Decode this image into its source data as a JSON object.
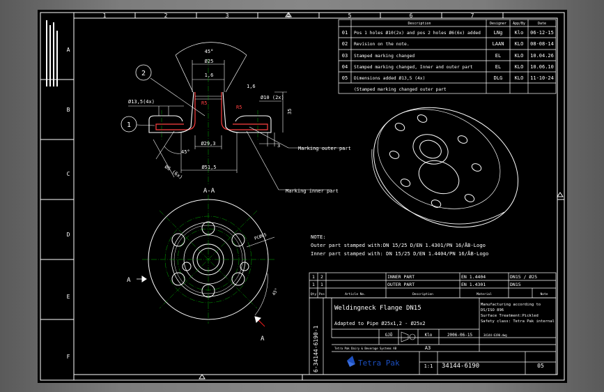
{
  "grid": {
    "columns": [
      "1",
      "2",
      "3",
      "4",
      "5",
      "6",
      "7"
    ],
    "rows": [
      "A",
      "B",
      "C",
      "D",
      "E",
      "F"
    ]
  },
  "revisions": {
    "headers": [
      "Description",
      "Designer",
      "App/By",
      "Date"
    ],
    "rows": [
      {
        "no": "01",
        "desc": "Pos 1 holes Ø10(2x) and pos 2 holes Ø6(6x) added",
        "designer": "LNg",
        "app": "Klo",
        "date": "06-12-15"
      },
      {
        "no": "02",
        "desc": "Revision on the note.",
        "designer": "LAAN",
        "app": "KLO",
        "date": "08-08-14"
      },
      {
        "no": "03",
        "desc": "Stamped marking changed",
        "designer": "EL",
        "app": "KLO",
        "date": "10.04.26"
      },
      {
        "no": "04",
        "desc": "Stamped marking changed, Inner and outer part",
        "designer": "EL",
        "app": "KLO",
        "date": "10.06.10"
      },
      {
        "no": "05",
        "desc": "Dimensions added Ø13,5 (4x)",
        "designer": "DLG",
        "app": "KLO",
        "date": "11-10-24"
      },
      {
        "no": "",
        "desc": "(Stamped marking changed outer part",
        "designer": "",
        "app": "",
        "date": ""
      }
    ]
  },
  "section": {
    "title": "A-A",
    "dims": {
      "angle_top": "45°",
      "d25": "Ø25",
      "d16_top": "1,6",
      "r5": "R5",
      "r5b": "R5",
      "d10": "Ø10 (2x)",
      "d135": "Ø13,5(4x)",
      "d35": "35",
      "d16_side": "1,6",
      "d29": "Ø29,3",
      "d515": "Ø51,5",
      "d3": "3",
      "angle_45b": "45°",
      "d6": "Ø6 (6x)"
    },
    "callouts": {
      "c1": "1",
      "c2": "2"
    },
    "labels": {
      "outer": "Marking outer part",
      "inner": "Marking inner part"
    }
  },
  "plan": {
    "pcd": "PCØ65",
    "angle": "45°",
    "a1": "A",
    "a2": "A"
  },
  "note": {
    "title": "NOTE:",
    "line1": "Outer part stamped with:DN 15/25 D/EN 1.4301/PN 16/ÅB-Logo",
    "line2": "Inner part stamped with: DN 15/25 D/EN 1.4404/PN 16/ÅB-Logo"
  },
  "parts": {
    "rows": [
      {
        "pos": "2",
        "qty": "1",
        "name": "INNER PART",
        "material": "EN 1.4404",
        "dim": "DN15 / Ø25"
      },
      {
        "pos": "1",
        "qty": "1",
        "name": "OUTER PART",
        "material": "EN 1.4301",
        "dim": "DN15"
      }
    ],
    "headers": [
      "Qty",
      "Pos",
      "Article No.",
      "Description",
      "Material",
      "Note"
    ]
  },
  "title_block": {
    "title": "Weldingneck Flange DN15",
    "adapted": "Adapted to Pipe Ø25x1,2 - Ø25x2",
    "manuf1": "Manufacturing according to",
    "manuf2": "DS/ISO 896",
    "manuf3": "Surface Treatment:Pickled",
    "manuf4": "Safety class: Tetra Pak internal",
    "gjo": "GJÖ",
    "klo": "Klo",
    "date": "2006-06-15",
    "size": "A3",
    "scale": "1:1",
    "doc_no": "34144-6190",
    "rev": "05",
    "side_no": "6-34144-6190-1",
    "company": "Tetra Pak",
    "small1": "Tetra Pak Dairy & Beverage Systems AB",
    "small2": "34144-6190.dwg"
  },
  "colors": {
    "line": "#ffffff",
    "centerline": "#00b000",
    "dimension": "#ffffff",
    "red": "#ff2020",
    "brand": "#1c4fbf"
  }
}
